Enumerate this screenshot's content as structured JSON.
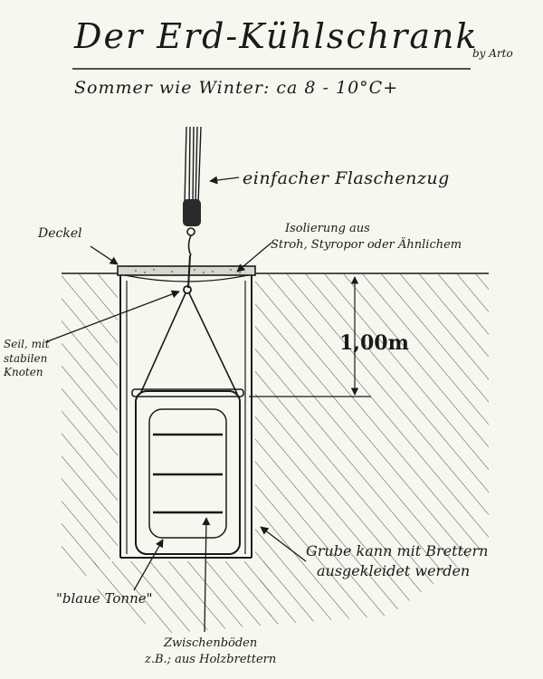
{
  "title": "Der Erd-Kühlschrank",
  "author": "by Arto",
  "subtitle": "Sommer wie Winter: ca 8 - 10°C+",
  "labels": {
    "pulley": "einfacher Flaschenzug",
    "lid": "Deckel",
    "insulation_line1": "Isolierung aus",
    "insulation_line2": "Stroh, Styropor oder Ähnlichem",
    "rope_line1": "Seil, mit",
    "rope_line2": "stabilen",
    "rope_line3": "Knoten",
    "depth": "1,00m",
    "pit_line1": "Grube kann mit Brettern",
    "pit_line2": "ausgekleidet werden",
    "barrel": "\"blaue Tonne\"",
    "shelves_line1": "Zwischenböden",
    "shelves_line2": "z.B.; aus Holzbrettern"
  }
}
